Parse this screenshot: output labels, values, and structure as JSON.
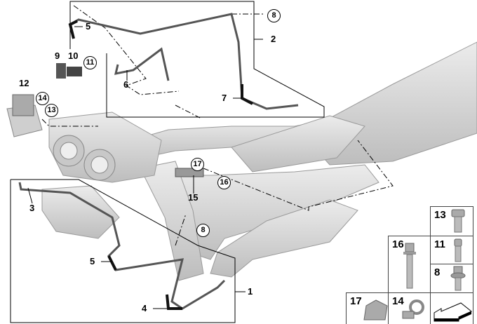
{
  "callouts": {
    "top_5": "5",
    "top_2": "2",
    "top_8": "8",
    "top_9": "9",
    "top_10": "10",
    "top_11": "11",
    "top_6": "6",
    "top_7": "7",
    "left_12": "12",
    "left_14": "14",
    "left_13": "13",
    "mid_17": "17",
    "mid_16": "16",
    "mid_15": "15",
    "bot_3": "3",
    "bot_8": "8",
    "bot_5": "5",
    "bot_1": "1",
    "bot_4": "4"
  },
  "legend": [
    {
      "num": "13",
      "part": "hex-bolt"
    },
    {
      "num": "16",
      "part": "long-torx-bolt"
    },
    {
      "num": "11",
      "part": "socket-screw"
    },
    {
      "num": "8",
      "part": "collar-torx-bolt"
    },
    {
      "num": "17",
      "part": "clip"
    },
    {
      "num": "14",
      "part": "cable-clamp"
    }
  ],
  "colors": {
    "part_fill": "#d4d4d4",
    "part_stroke": "#9a9a9a",
    "line": "#000000"
  }
}
